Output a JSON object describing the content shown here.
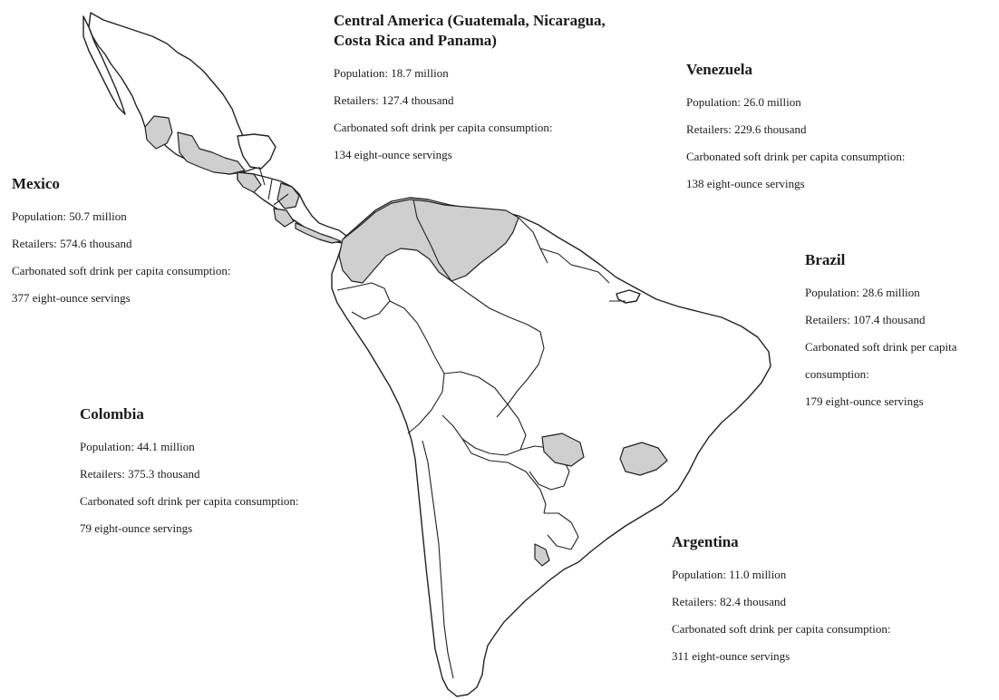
{
  "colors": {
    "highlight": "#cfcfcf",
    "outline": "#222222",
    "background": "#ffffff"
  },
  "regions": {
    "central_america": {
      "title": "Central America (Guatemala, Nicaragua, Costa Rica and Panama)",
      "population": "Population: 18.7 million",
      "retailers": "Retailers: 127.4 thousand",
      "consumption_label": "Carbonated soft drink per capita consumption:",
      "servings": "134 eight-ounce servings"
    },
    "venezuela": {
      "title": "Venezuela",
      "population": "Population: 26.0 million",
      "retailers": "Retailers: 229.6 thousand",
      "consumption_label": "Carbonated soft drink per capita consumption:",
      "servings": "138 eight-ounce servings"
    },
    "mexico": {
      "title": "Mexico",
      "population": "Population: 50.7 million",
      "retailers": "Retailers: 574.6 thousand",
      "consumption_label": "Carbonated soft drink per capita consumption:",
      "servings": "377 eight-ounce servings"
    },
    "brazil": {
      "title": "Brazil",
      "population": "Population: 28.6 million",
      "retailers": "Retailers: 107.4 thousand",
      "consumption_label_1": "Carbonated soft drink per capita",
      "consumption_label_2": "consumption:",
      "servings": "179 eight-ounce servings"
    },
    "colombia": {
      "title": "Colombia",
      "population": "Population: 44.1 million",
      "retailers": "Retailers: 375.3 thousand",
      "consumption_label": "Carbonated soft drink per capita consumption:",
      "servings": "79 eight-ounce servings"
    },
    "argentina": {
      "title": "Argentina",
      "population": "Population: 11.0 million",
      "retailers": "Retailers: 82.4 thousand",
      "consumption_label": "Carbonated soft drink per capita consumption:",
      "servings": "311 eight-ounce servings"
    }
  }
}
